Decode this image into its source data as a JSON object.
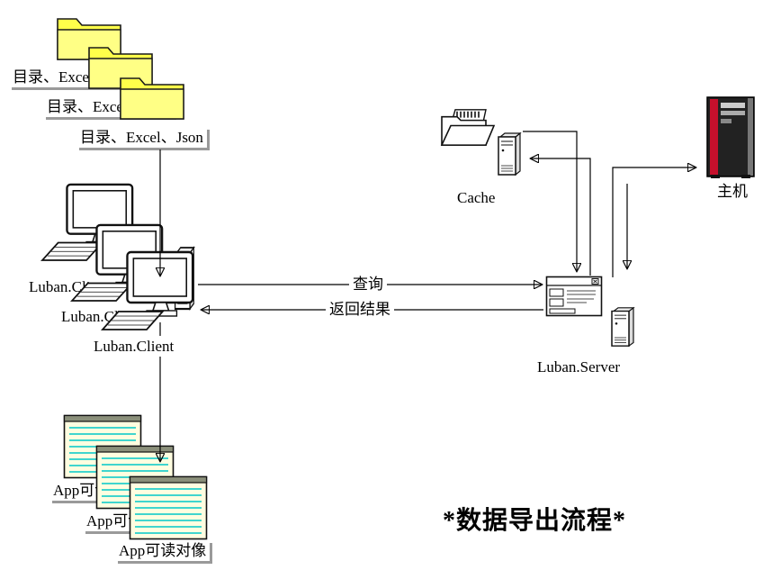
{
  "title": "*数据导出流程*",
  "folders": {
    "labels": [
      "目录、Excel、Json",
      "目录、Excel、Json",
      "目录、Excel、Json"
    ]
  },
  "clients": {
    "labels": [
      "Luban.Client",
      "Luban.Client",
      "Luban.Client"
    ]
  },
  "docs": {
    "labels": [
      "App可读对像",
      "App可读对像",
      "App可读对像"
    ]
  },
  "cache": {
    "label": "Cache"
  },
  "host": {
    "label": "主机"
  },
  "server": {
    "label": "Luban.Server"
  },
  "flows": {
    "query": "查询",
    "response": "返回结果"
  },
  "colors": {
    "folder_fill": "#ffff4a",
    "folder_front": "#ffff85",
    "doc_fill": "#fffde0",
    "doc_rule": "#00c8c8",
    "host_stripe": "#c5102c",
    "connector": "#000000"
  }
}
